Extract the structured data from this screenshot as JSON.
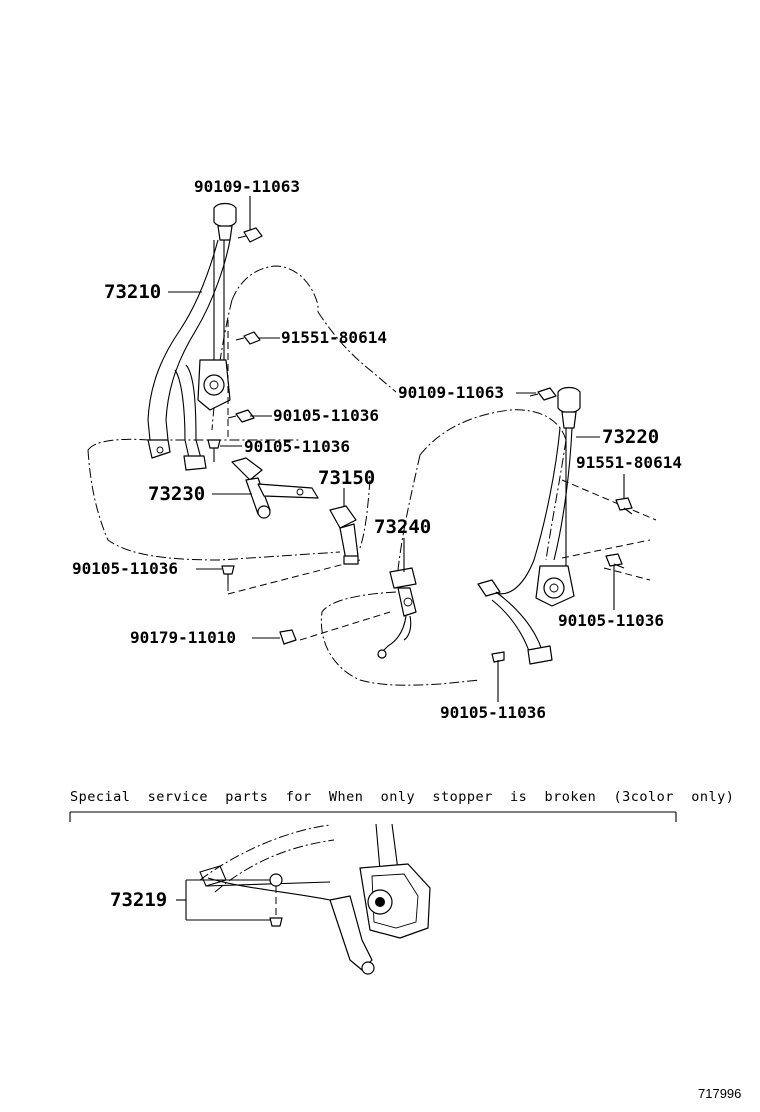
{
  "labels": {
    "p90109_top": "90109-11063",
    "p73210": "73210",
    "p91551_left": "91551-80614",
    "p90105_a": "90105-11036",
    "p90105_b": "90105-11036",
    "p73150": "73150",
    "p73230": "73230",
    "p73240": "73240",
    "p90105_c": "90105-11036",
    "p90179": "90179-11010",
    "p90109_right": "90109-11063",
    "p73220": "73220",
    "p91551_right": "91551-80614",
    "p90105_d": "90105-11036",
    "p90105_e": "90105-11036",
    "p73219": "73219"
  },
  "note": "Special  service  parts  for  When  only  stopper  is  broken  (3color  only)",
  "diagram_ref": "717996"
}
